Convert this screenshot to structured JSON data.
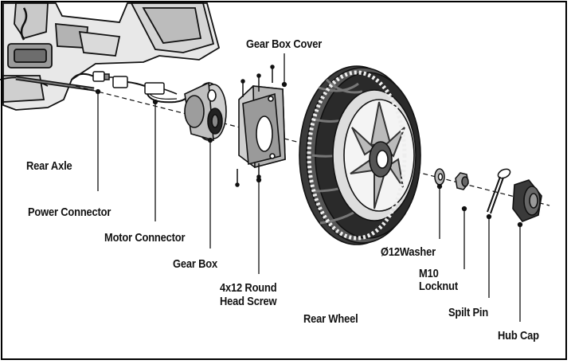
{
  "labels": {
    "gear_box_cover": "Gear Box Cover",
    "rear_axle": "Rear Axle",
    "power_connector": "Power Connector",
    "motor_connector": "Motor Connector",
    "gear_box": "Gear Box",
    "round_head_screw_line1": "4x12 Round",
    "round_head_screw_line2": "Head Screw",
    "rear_wheel": "Rear Wheel",
    "washer": "Ø12Washer",
    "locknut_line1": "M10",
    "locknut_line2": "Locknut",
    "split_pin": "Spilt Pin",
    "hub_cap": "Hub Cap"
  }
}
